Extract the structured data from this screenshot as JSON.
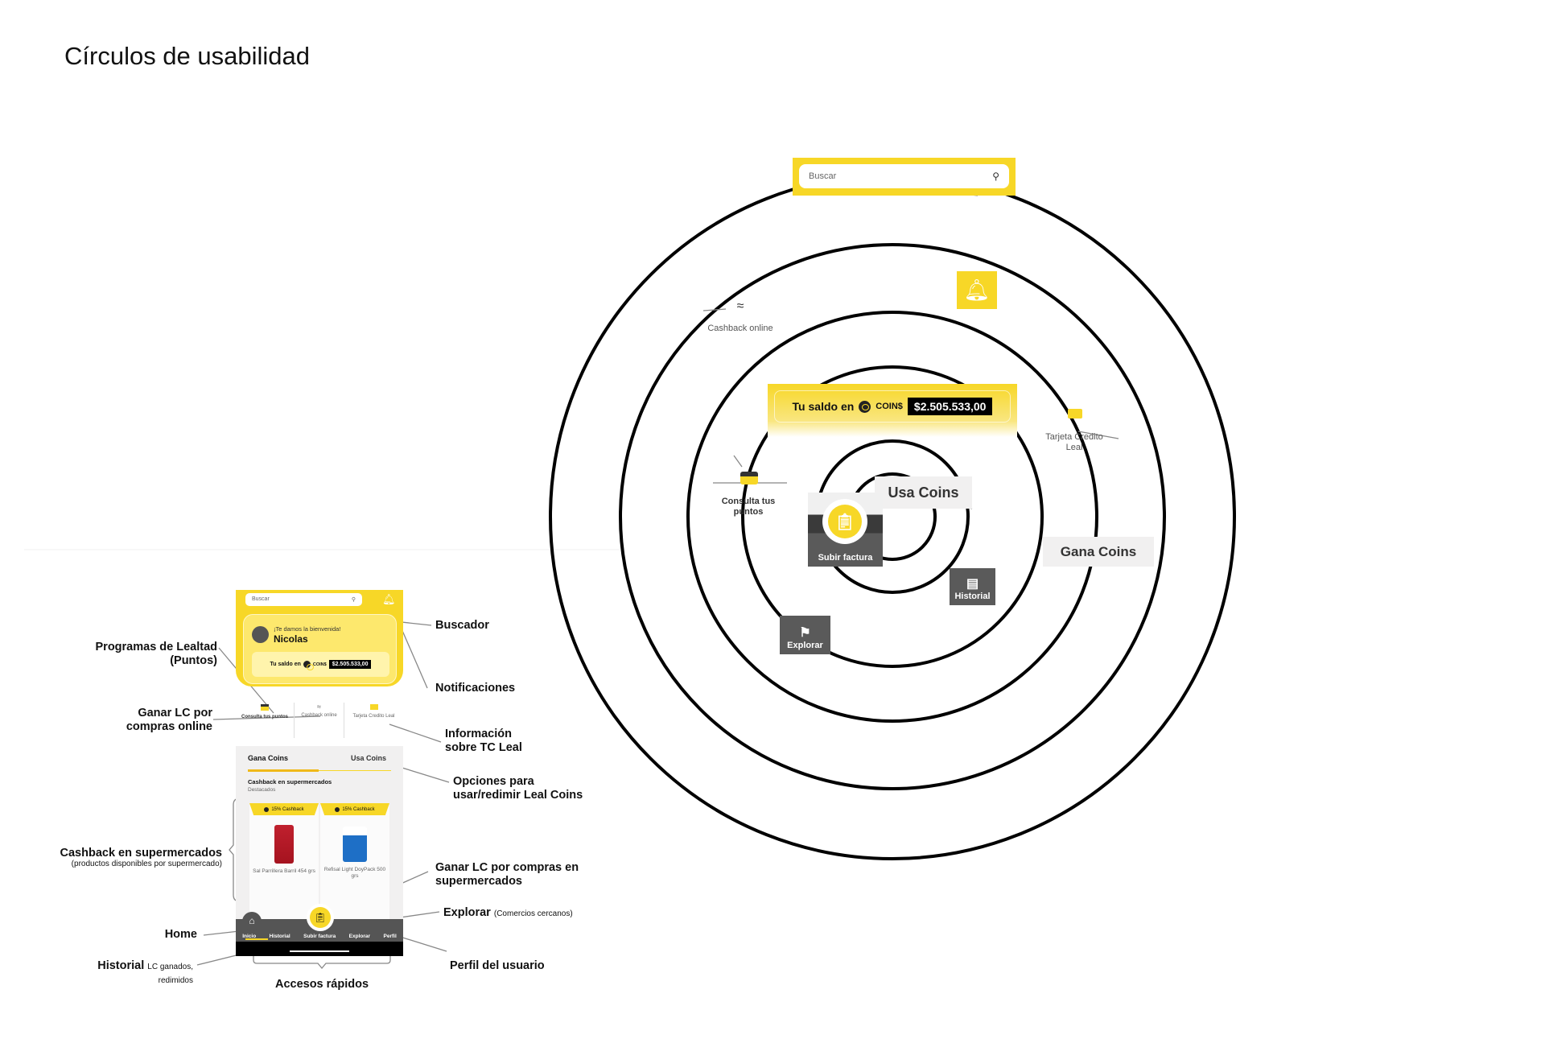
{
  "title": "Círculos de usabilidad",
  "circle": {
    "search_placeholder": "Buscar",
    "cashback_online": "Cashback online",
    "balance": {
      "prefix": "Tu saldo en",
      "coin_label": "COIN$",
      "amount": "$2.505.533,00"
    },
    "tarjeta": "Tarjeta Credito Leal",
    "consulta": "Consulta tus puntos",
    "usa_coins": "Usa Coins",
    "subir_factura": "Subir factura",
    "gana_coins": "Gana Coins",
    "historial": "Historial",
    "explorar": "Explorar"
  },
  "phone": {
    "search_placeholder": "Buscar",
    "welcome": "¡Te damos la bienvenida!",
    "user_name": "Nicolas",
    "balance": {
      "prefix": "Tu saldo en",
      "coin_label": "COIN$",
      "amount": "$2.505.533,00"
    },
    "shortcuts": [
      "Consulta tus puntos",
      "Cashback online",
      "Tarjeta Credito Leal"
    ],
    "tabs": [
      "Gana Coins",
      "Usa Coins"
    ],
    "section_title": "Cashback en supermercados",
    "section_sub": "Destacados",
    "products": [
      {
        "badge": "15% Cashback",
        "name": "Sal Parrillera Barril 454 grs"
      },
      {
        "badge": "15% Cashback",
        "name": "Refisal Light DoyPack 500 grs"
      }
    ],
    "nav": [
      "Inicio",
      "Historial",
      "Subir factura",
      "Explorar",
      "Perfil"
    ]
  },
  "annotations": {
    "programas": "Programas de Lealtad (Puntos)",
    "ganar_online": "Ganar LC por compras online",
    "cashback_super": "Cashback en supermercados",
    "cashback_super_sub": "(productos disponibles por supermercado)",
    "home": "Home",
    "historial": "Historial",
    "historial_sub1": "LC ganados,",
    "historial_sub2": "redimidos",
    "buscador": "Buscador",
    "notificaciones": "Notificaciones",
    "informacion": "Información sobre TC Leal",
    "opciones": "Opciones para usar/redimir Leal Coins",
    "ganar_super": "Ganar LC por compras en supermercados",
    "explorar": "Explorar",
    "explorar_sub": "(Comercios cercanos)",
    "perfil": "Perfil del usuario",
    "accesos": "Accesos rápidos"
  }
}
